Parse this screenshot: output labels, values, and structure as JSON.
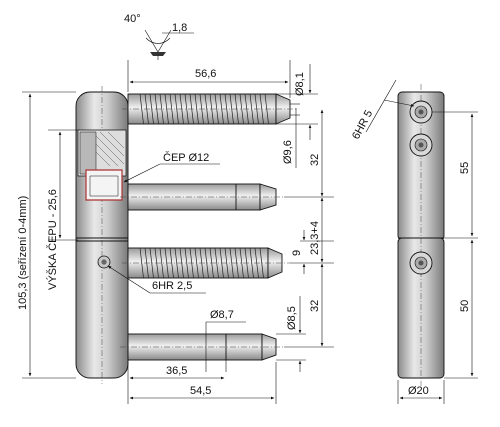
{
  "drawing": {
    "angle_label": "40°",
    "thickness_label": "1,8",
    "length_upper_pin": "56,6",
    "dia_upper_thread": "Ø8,1",
    "dia_bearing": "Ø9,6",
    "hex_label_right": "6HR 5",
    "pin_label": "ČEP Ø12",
    "dim_32_upper": "32",
    "dim_height_pin": "VÝŠKA ČEPU - 25,6",
    "dim_total_height": "105,3 (seřízení 0-4mm)",
    "dim_9": "9",
    "dim_23": "23,3+4",
    "hex_label_left": "6HR 2,5",
    "dia_lower_pin": "Ø8,7",
    "dia_lower_thread": "Ø8,5",
    "dim_32_lower": "32",
    "length_36": "36,5",
    "length_54": "54,5",
    "dim_55": "55",
    "dim_50": "50",
    "dia_body": "Ø20"
  }
}
